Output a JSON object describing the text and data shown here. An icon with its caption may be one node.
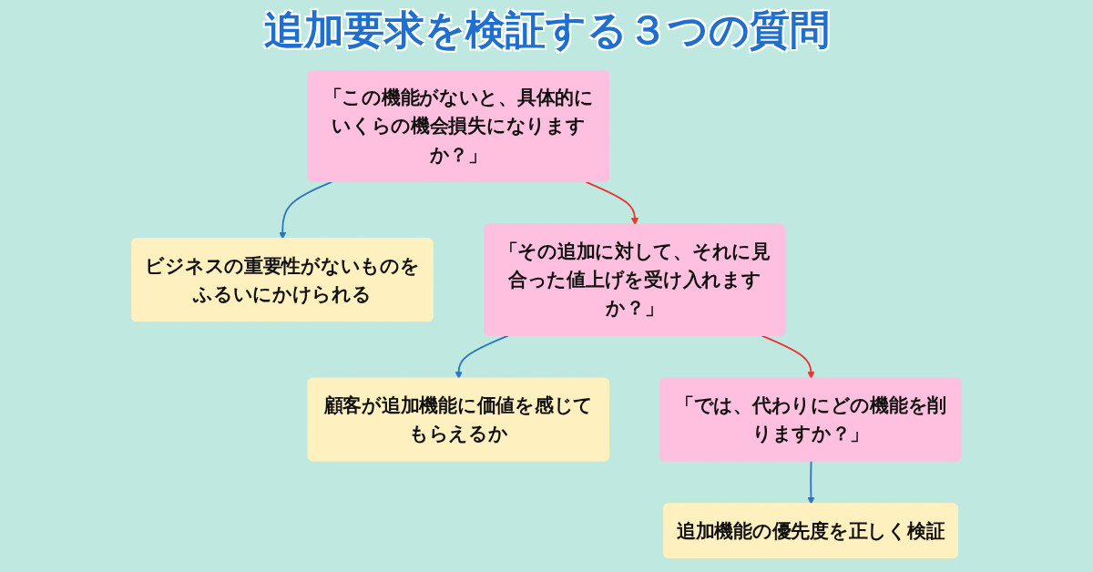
{
  "diagram": {
    "title": "追加要求を検証する３つの質問",
    "nodes": [
      {
        "text": [
          "「この機能がないと、具体的にいくらの機会損失になりますか？」"
        ]
      },
      {
        "text": [
          "ビジネスの重要性がないものをふるいにかけられる"
        ]
      },
      {
        "text": [
          "「その追加に対して、それに見合った値上げを受け入れますか？」"
        ]
      },
      {
        "text": [
          "顧客が追加機能に価値を感じてもらえるか"
        ]
      },
      {
        "text": [
          "「では、代わりにどの機能を削りますか？」"
        ]
      },
      {
        "text": [
          "追加機能の優先度を正しく検証"
        ]
      }
    ],
    "edges": [
      {
        "from": 0,
        "to": 1,
        "arrow": "to"
      },
      {
        "from": 0,
        "to": 2,
        "arrow": "to",
        "color": "#ee3333"
      },
      {
        "from": 2,
        "to": 3,
        "arrow": "to"
      },
      {
        "from": 2,
        "to": 4,
        "arrow": "to",
        "color": "#ee3333"
      },
      {
        "from": 4,
        "to": 5,
        "arrow": "to"
      }
    ]
  }
}
